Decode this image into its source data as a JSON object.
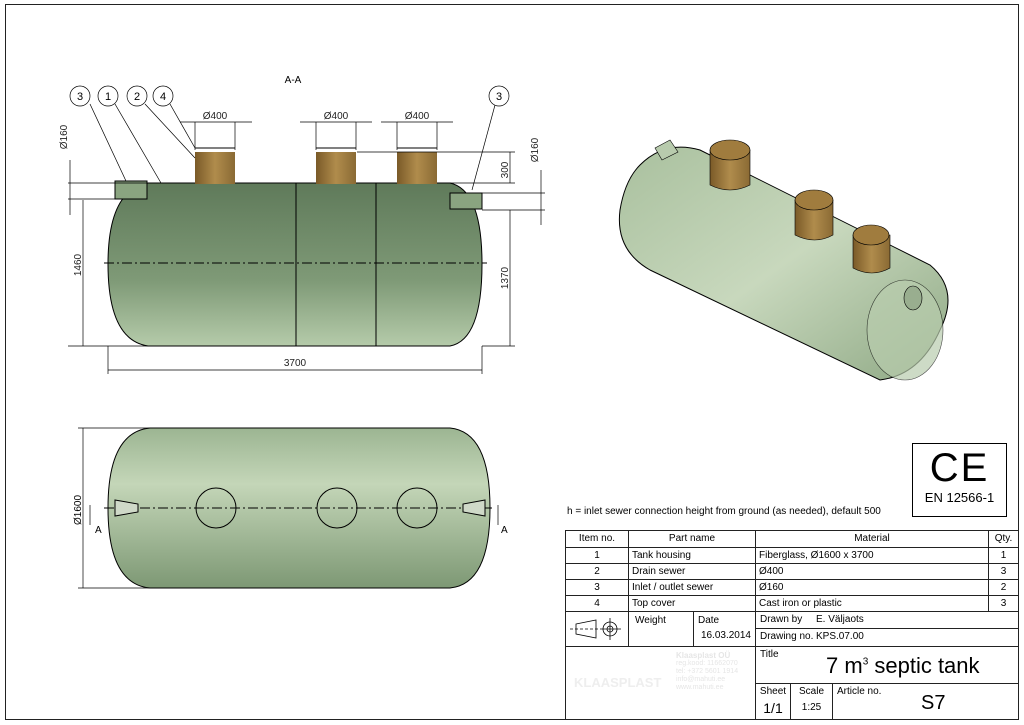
{
  "section_label": "A-A",
  "balloons": [
    "3",
    "1",
    "2",
    "4",
    "3"
  ],
  "dims": {
    "d400": "Ø400",
    "d160": "Ø160",
    "d1600": "Ø1600",
    "h300": "300",
    "h1460": "1460",
    "h1370": "1370",
    "l3700": "3700",
    "section_mark": "A"
  },
  "note": "h = inlet sewer connection height from ground (as needed), default 500",
  "certification": {
    "mark": "CE",
    "standard": "EN 12566-1"
  },
  "bom": {
    "headers": [
      "Item no.",
      "Part name",
      "Material",
      "Qty."
    ],
    "rows": [
      [
        "1",
        "Tank housing",
        "Fiberglass, Ø1600 x 3700",
        "1"
      ],
      [
        "2",
        "Drain sewer",
        "Ø400",
        "3"
      ],
      [
        "3",
        "Inlet / outlet sewer",
        "Ø160",
        "2"
      ],
      [
        "4",
        "Top cover",
        "Cast iron or plastic",
        "3"
      ]
    ]
  },
  "title_block": {
    "weight_label": "Weight",
    "date_label": "Date",
    "date": "16.03.2014",
    "drawn_by_label": "Drawn by",
    "drawn_by": "E. Väljaots",
    "drawing_no_label": "Drawing no.",
    "drawing_no": "KPS.07.00",
    "title_label": "Title",
    "title_main": "7 m",
    "title_sup": "3",
    "title_rest": " septic tank",
    "sheet_label": "Sheet",
    "sheet": "1/1",
    "scale_label": "Scale",
    "scale": "1:25",
    "article_label": "Article no.",
    "article": "S7"
  },
  "company": {
    "logo": "KLAASPLAST",
    "name": "Klaasplast OÜ",
    "lines": [
      "reg.kood: 11662070",
      "tel: +372 5601 1914",
      "info@mahuti.ee",
      "www.mahuti.ee"
    ]
  },
  "colors": {
    "tank": "#8fab86",
    "tank_dark": "#5d7a58",
    "pipe": "#9c7a3e",
    "line": "#000000"
  }
}
